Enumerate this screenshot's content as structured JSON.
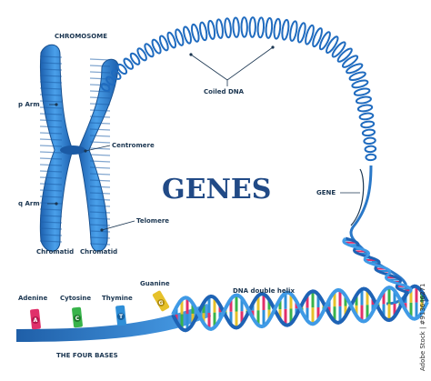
{
  "title": "GENES",
  "labels": {
    "chromosome": "CHROMOSOME",
    "p_arm": "p Arm",
    "q_arm": "q Arm",
    "centromere": "Centromere",
    "telomere": "Telomere",
    "chromatid_left": "Chromatid",
    "chromatid_right": "Chromatid",
    "coiled_dna": "Coiled DNA",
    "gene": "GENE",
    "dna_double_helix": "DNA double helix",
    "four_bases": "THE FOUR BASES"
  },
  "bases": [
    {
      "name": "Adenine",
      "letter": "A",
      "color": "#e0306a"
    },
    {
      "name": "Cytosine",
      "letter": "C",
      "color": "#38b34a"
    },
    {
      "name": "Thymine",
      "letter": "T",
      "color": "#2f8fd8"
    },
    {
      "name": "Guanine",
      "letter": "G",
      "color": "#e6c12a"
    }
  ],
  "watermark_right": "Adobe Stock | #913646271",
  "colors": {
    "chromosome": "#2f7fd0",
    "coil": "#1f6bbf",
    "title": "#214a86",
    "label": "#1a3550"
  }
}
